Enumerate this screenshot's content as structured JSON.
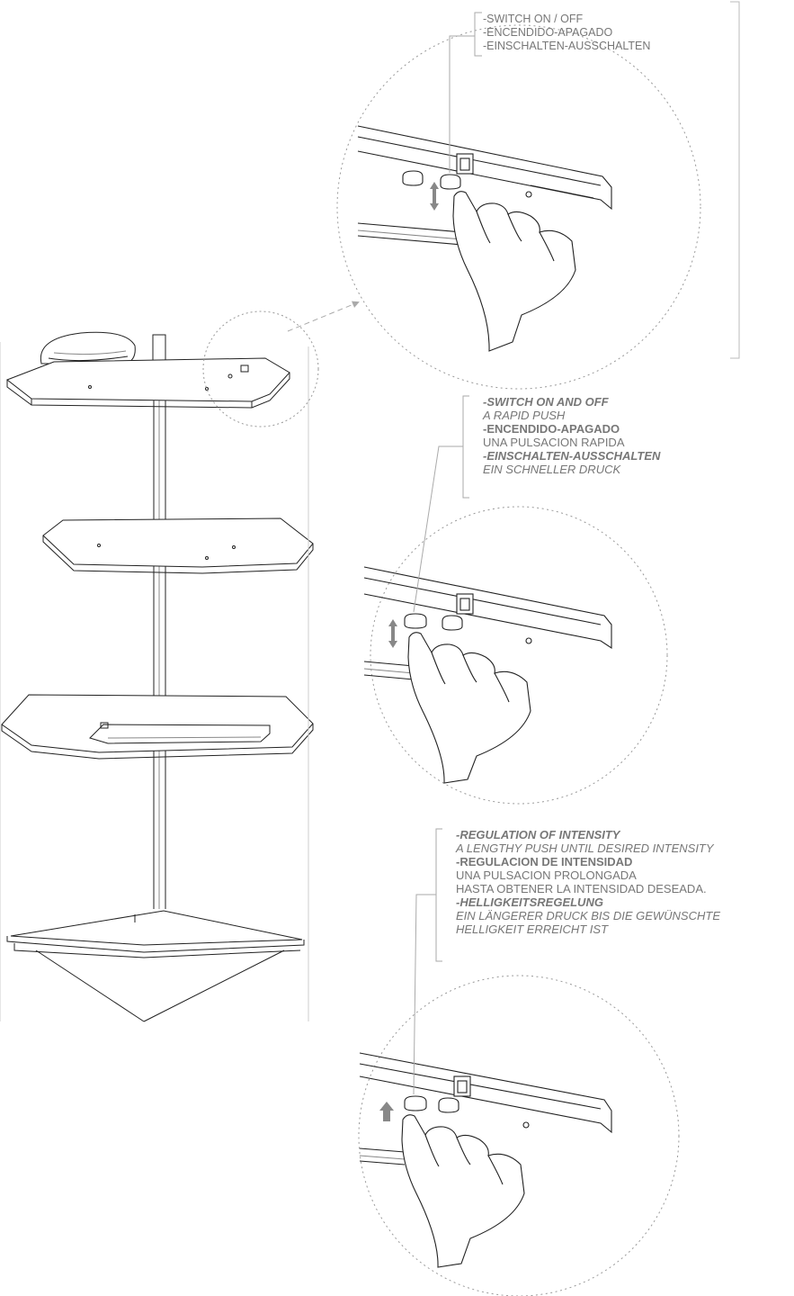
{
  "callout_top": {
    "lines": [
      "-SWITCH ON / OFF",
      "-ENCENDIDO-APAGADO",
      "-EINSCHALTEN-AUSSCHALTEN"
    ]
  },
  "callout_middle": {
    "english_title": "-SWITCH ON AND OFF",
    "english_text": "A RAPID PUSH",
    "spanish_title": "-ENCENDIDO-APAGADO",
    "spanish_text": "UNA PULSACION RAPIDA",
    "german_title": "-EINSCHALTEN-AUSSCHALTEN",
    "german_text": "EIN SCHNELLER DRUCK"
  },
  "callout_bottom": {
    "english_title": "-REGULATION OF INTENSITY",
    "english_text": "A LENGTHY PUSH UNTIL DESIRED INTENSITY",
    "spanish_title": "-REGULACION DE INTENSIDAD",
    "spanish_text_1": "UNA PULSACION PROLONGADA",
    "spanish_text_2": "HASTA OBTENER LA INTENSIDAD DESEADA.",
    "german_title": "-HELLIGKEITSREGELUNG",
    "german_text_1": "EIN LÄNGERER DRUCK BIS DIE GEWÜNSCHTE",
    "german_text_2": "HELLIGKEIT ERREICHT IST"
  },
  "colors": {
    "line": "#222222",
    "text": "#777777",
    "arrow": "#8a8a8a",
    "dotted": "#9a9a9a"
  }
}
